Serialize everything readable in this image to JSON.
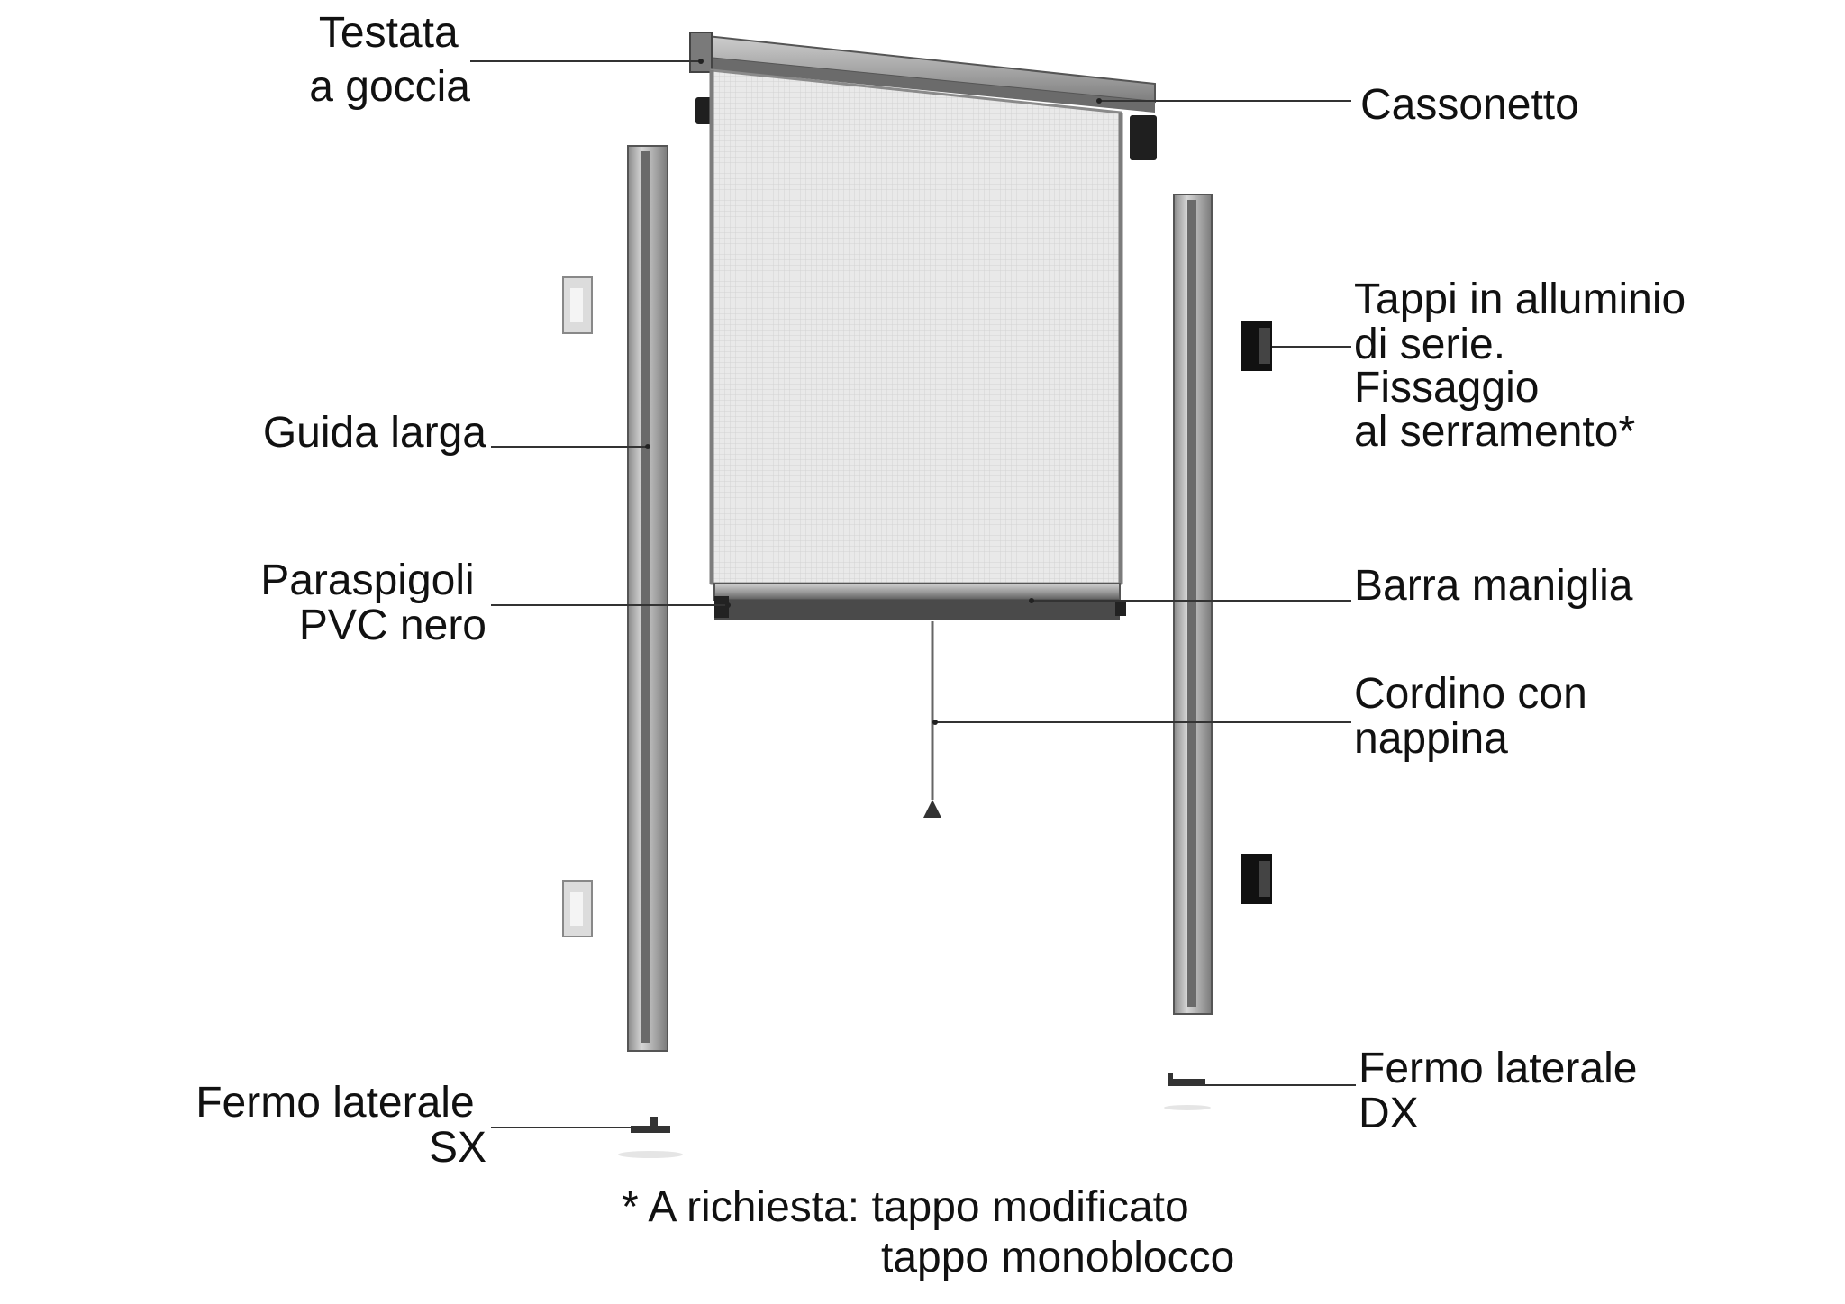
{
  "labels": {
    "testata": [
      "Testata",
      "a goccia"
    ],
    "cassonetto": [
      "Cassonetto"
    ],
    "tappi": [
      "Tappi in alluminio",
      "di serie.",
      "Fissaggio",
      "al serramento*"
    ],
    "guida": [
      "Guida larga"
    ],
    "paraspigoli": [
      "Paraspigoli",
      "PVC nero"
    ],
    "barra": [
      "Barra maniglia"
    ],
    "cordino": [
      "Cordino con",
      "nappina"
    ],
    "fermo_dx": [
      "Fermo laterale",
      "DX"
    ],
    "fermo_sx": [
      "Fermo laterale",
      "SX"
    ]
  },
  "footnote": {
    "line1": "* A richiesta: tappo modificato",
    "line2": "tappo monoblocco"
  },
  "colors": {
    "frame": "#9a9a9a",
    "frame_dark": "#555555",
    "mesh": "#e6e6e6",
    "bracket": "#1a1a1a",
    "clip": "#d8d8d8"
  }
}
